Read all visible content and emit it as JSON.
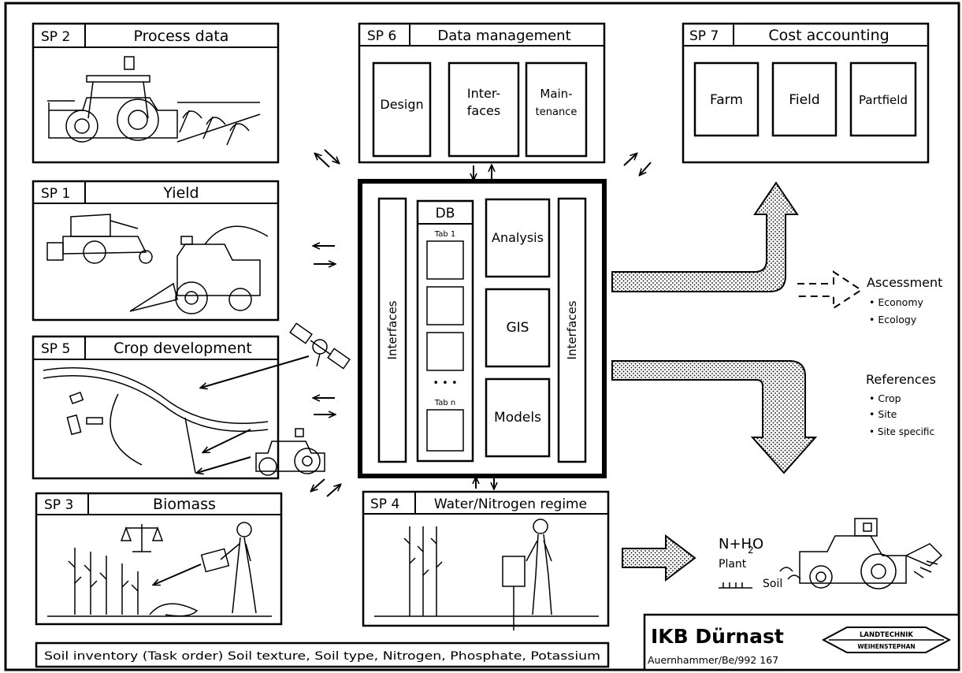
{
  "subprojects": {
    "sp2": {
      "number": "SP 2",
      "title": "Process data"
    },
    "sp1": {
      "number": "SP 1",
      "title": "Yield"
    },
    "sp5": {
      "number": "SP 5",
      "title": "Crop development"
    },
    "sp3": {
      "number": "SP 3",
      "title": "Biomass"
    },
    "sp6": {
      "number": "SP 6",
      "title": "Data management",
      "modules": [
        "Design",
        "Inter-",
        "faces",
        "Main-",
        "tenance"
      ]
    },
    "sp7": {
      "number": "SP 7",
      "title": "Cost accounting",
      "levels": [
        "Farm",
        "Field",
        "Partfield"
      ]
    },
    "sp4": {
      "number": "SP 4",
      "title": "Water/Nitrogen regime"
    }
  },
  "center": {
    "left_interfaces": "Interfaces",
    "right_interfaces": "Interfaces",
    "db": "DB",
    "tab_first": "Tab 1",
    "ellipsis": "• • •",
    "tab_last": "Tab n",
    "analysis": "Analysis",
    "gis": "GIS",
    "models": "Models"
  },
  "assessment": {
    "title": "Ascessment",
    "items": [
      "• Economy",
      "• Ecology"
    ]
  },
  "references": {
    "title": "References",
    "items": [
      "• Crop",
      "• Site",
      "• Site specific"
    ]
  },
  "application": {
    "formula_n": "N+H",
    "formula_sub": "2",
    "formula_o": " O",
    "plant": "Plant",
    "soil": "Soil"
  },
  "soil_inventory": "Soil inventory (Task order) Soil texture, Soil type, Nitrogen, Phosphate, Potassium",
  "logo": {
    "title": "IKB Dürnast",
    "ref": "Auernhammer/Be/992 167",
    "stamp_top": "LANDTECHNIK",
    "stamp_bottom": "WEIHENSTEPHAN"
  }
}
